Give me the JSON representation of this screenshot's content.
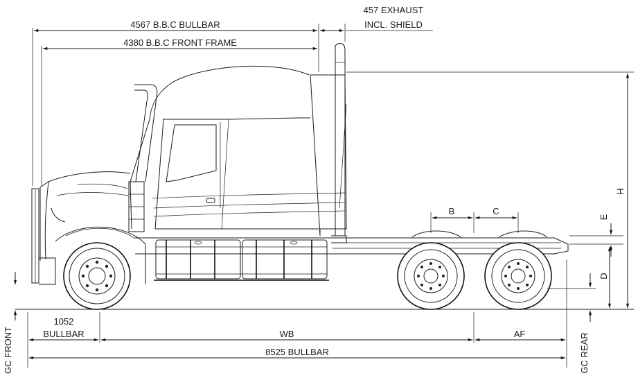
{
  "labels": {
    "bbc_bullbar": "4567 B.B.C BULLBAR",
    "bbc_front_frame": "4380 B.B.C FRONT FRAME",
    "exhaust_line1": "457 EXHAUST",
    "exhaust_line2": "INCL. SHIELD",
    "b": "B",
    "c": "C",
    "e": "E",
    "h": "H",
    "d": "D",
    "front_overhang_value": "1052",
    "front_overhang_label": "BULLBAR",
    "wb": "WB",
    "af": "AF",
    "overall_length": "8525  BULLBAR",
    "gc_front": "GC FRONT",
    "gc_rear": "GC REAR"
  }
}
